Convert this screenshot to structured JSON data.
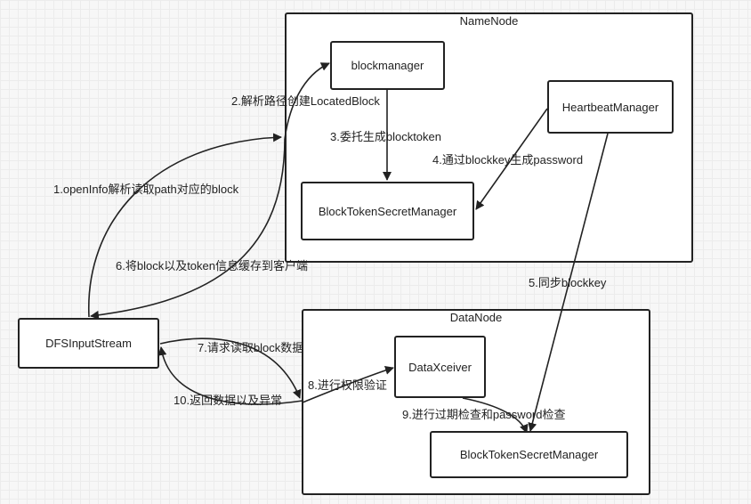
{
  "namenode": {
    "title": "NameNode",
    "blockmanager": "blockmanager",
    "heartbeat": "HeartbeatManager",
    "secret_manager": "BlockTokenSecretManager"
  },
  "datanode": {
    "title": "DataNode",
    "xceiver": "DataXceiver",
    "secret_manager": "BlockTokenSecretManager"
  },
  "client": {
    "stream": "DFSInputStream"
  },
  "edges": {
    "e1": "1.openInfo解析读取path对应的block",
    "e2": "2.解析路径创建LocatedBlock",
    "e3": "3.委托生成blocktoken",
    "e4": "4.通过blockkey生成password",
    "e5": "5.同步blockkey",
    "e6": "6.将block以及token信息缓存到客户端",
    "e7": "7.请求读取block数据",
    "e8": "8.进行权限验证",
    "e9": "9.进行过期检查和password检查",
    "e10": "10.返回数据以及异常"
  },
  "colors": {
    "stroke": "#222222",
    "background": "#f7f7f7"
  }
}
